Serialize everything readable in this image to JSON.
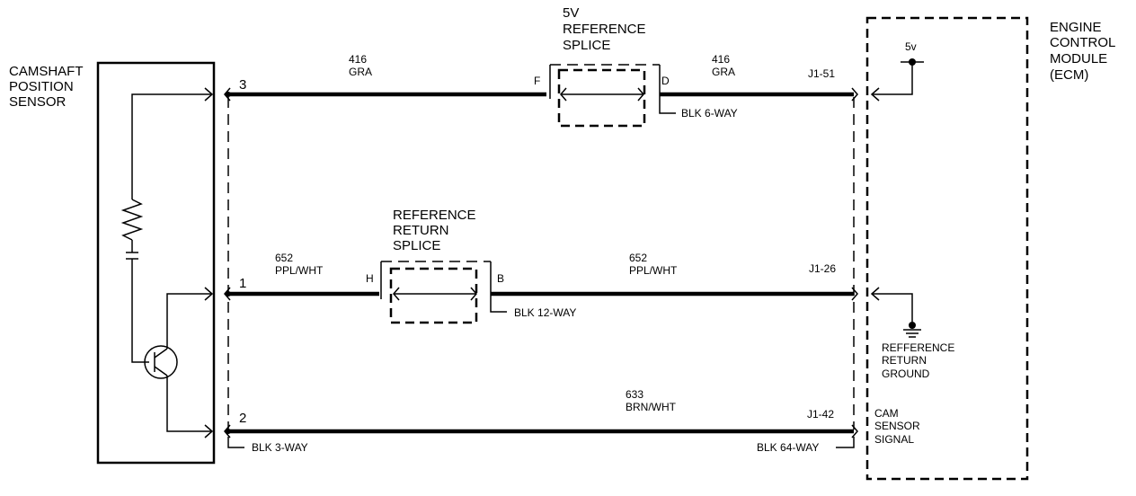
{
  "camshaft_sensor": {
    "line1": "CAMSHAFT",
    "line2": "POSITION",
    "line3": "SENSOR"
  },
  "ecm": {
    "line1": "ENGINE",
    "line2": "CONTROL",
    "line3": "MODULE",
    "line4": "(ECM)"
  },
  "splice_5v": {
    "line1": "5V",
    "line2": "REFERENCE",
    "line3": "SPLICE",
    "pin_left": "F",
    "pin_right": "D",
    "connector": "BLK 6-WAY"
  },
  "splice_return": {
    "line1": "REFERENCE",
    "line2": "RETURN",
    "line3": "SPLICE",
    "pin_left": "H",
    "pin_right": "B",
    "connector": "BLK 12-WAY"
  },
  "wires": {
    "top": {
      "pin": "3",
      "circuit_left": "416",
      "color_left": "GRA",
      "circuit_right": "416",
      "color_right": "GRA",
      "ecm_pin": "J1-51"
    },
    "middle": {
      "pin": "1",
      "circuit_left": "652",
      "color_left": "PPL/WHT",
      "circuit_right": "652",
      "color_right": "PPL/WHT",
      "ecm_pin": "J1-26"
    },
    "bottom": {
      "pin": "2",
      "circuit": "633",
      "color": "BRN/WHT",
      "ecm_pin": "J1-42"
    }
  },
  "connectors": {
    "sensor": "BLK 3-WAY",
    "ecm": "BLK 64-WAY"
  },
  "ecm_internal": {
    "supply": "5v",
    "ground_line1": "REFFERENCE",
    "ground_line2": "RETURN",
    "ground_line3": "GROUND",
    "signal_line1": "CAM",
    "signal_line2": "SENSOR",
    "signal_line3": "SIGNAL"
  }
}
